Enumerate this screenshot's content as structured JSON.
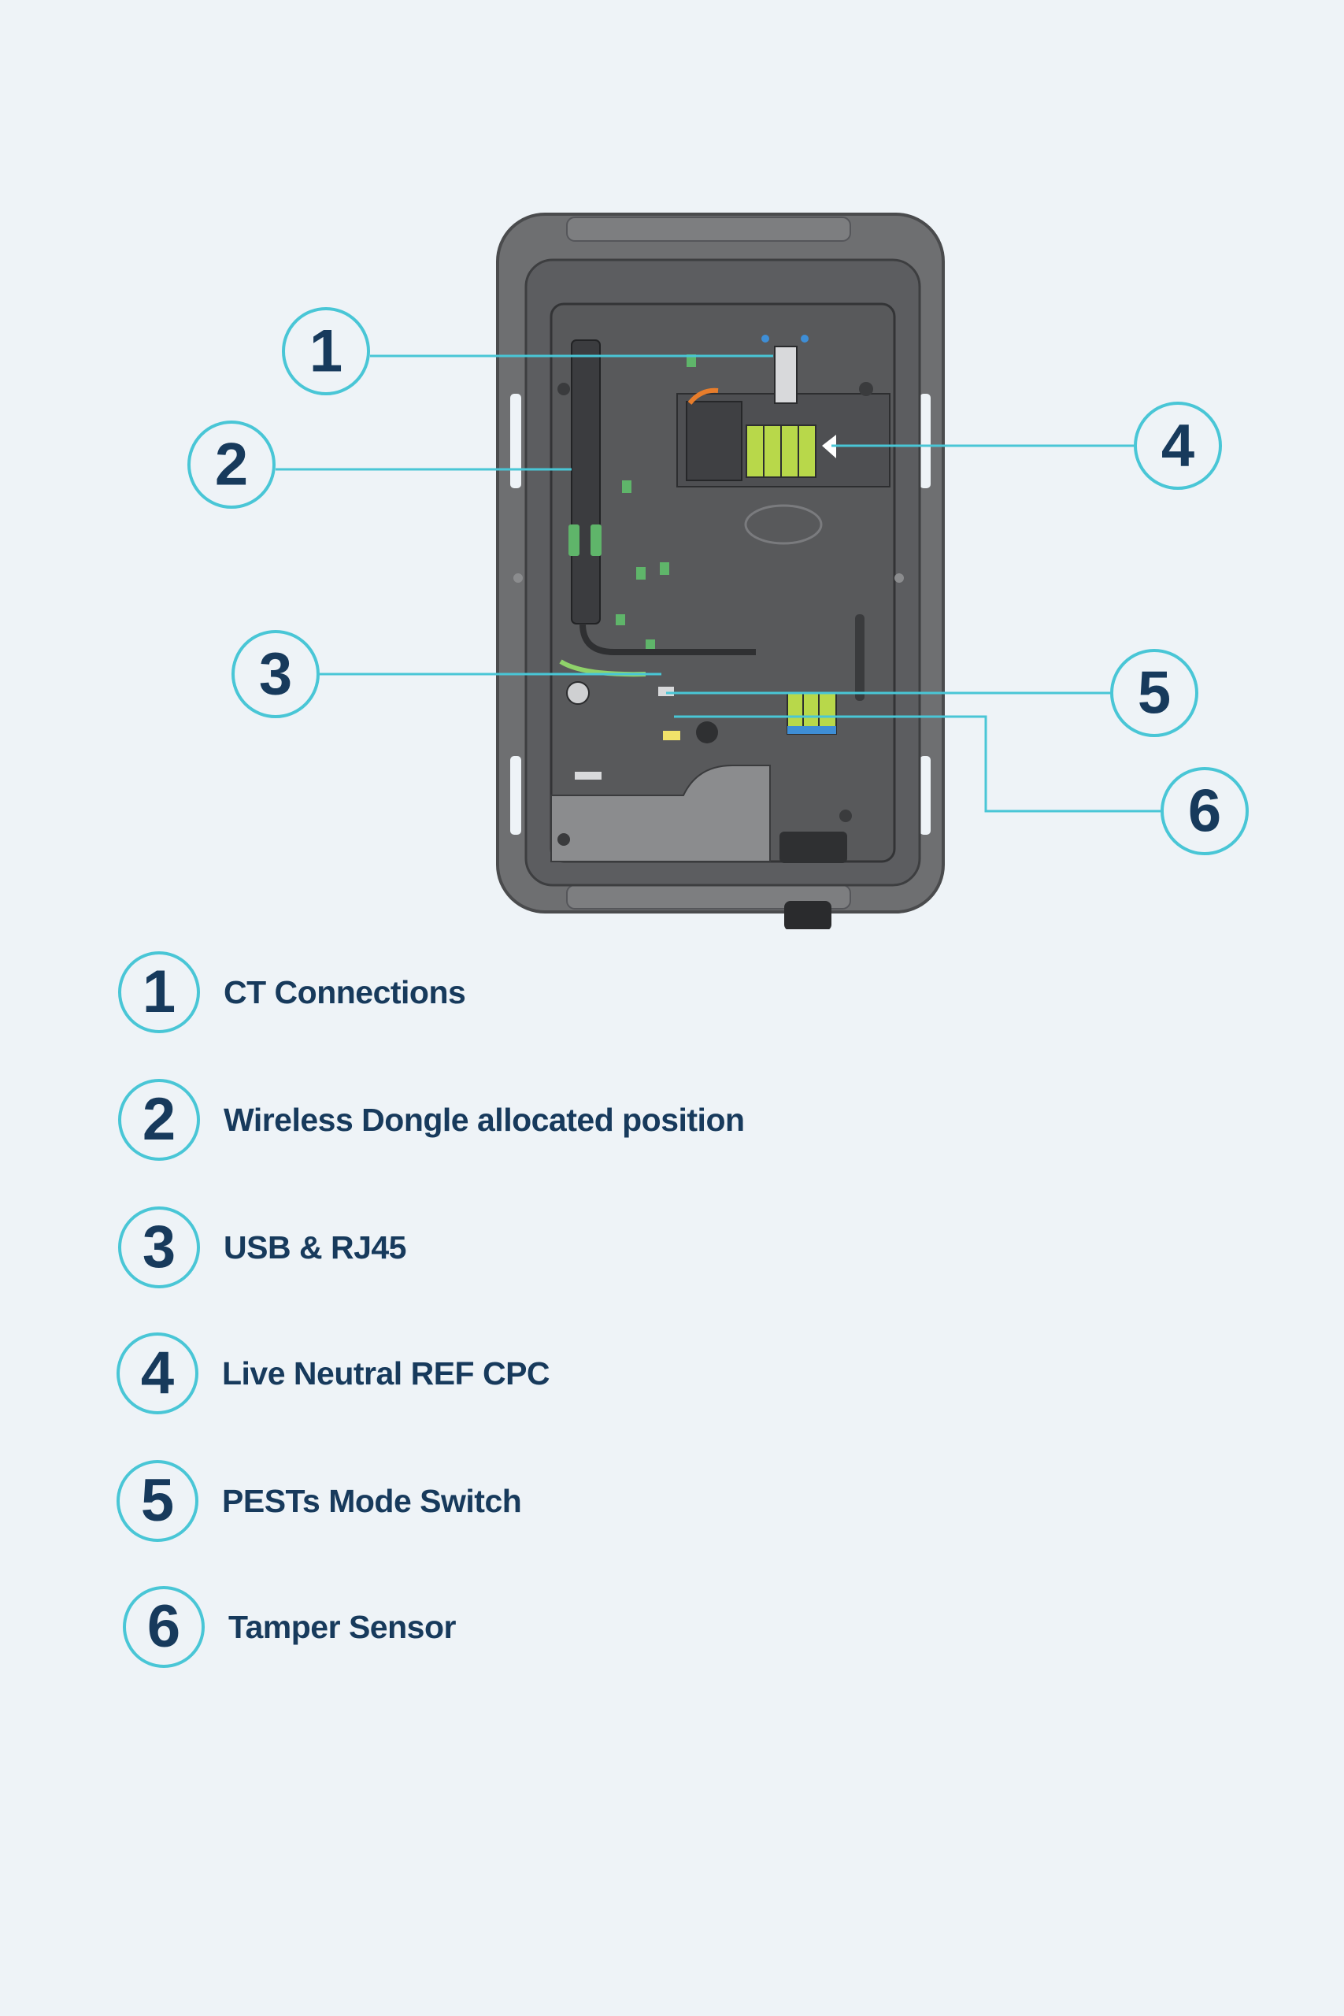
{
  "diagram": {
    "callouts": [
      {
        "number": "1"
      },
      {
        "number": "2"
      },
      {
        "number": "3"
      },
      {
        "number": "4"
      },
      {
        "number": "5"
      },
      {
        "number": "6"
      }
    ],
    "colors": {
      "background": "#eef3f7",
      "callout_line": "#49c6d6",
      "text": "#173a5c",
      "terminal_green": "#b8d84a"
    }
  },
  "legend": [
    {
      "number": "1",
      "label": "CT Connections"
    },
    {
      "number": "2",
      "label": "Wireless Dongle allocated position"
    },
    {
      "number": "3",
      "label": "USB & RJ45"
    },
    {
      "number": "4",
      "label": "Live Neutral REF CPC"
    },
    {
      "number": "5",
      "label": "PESTs Mode Switch"
    },
    {
      "number": "6",
      "label": "Tamper Sensor"
    }
  ]
}
